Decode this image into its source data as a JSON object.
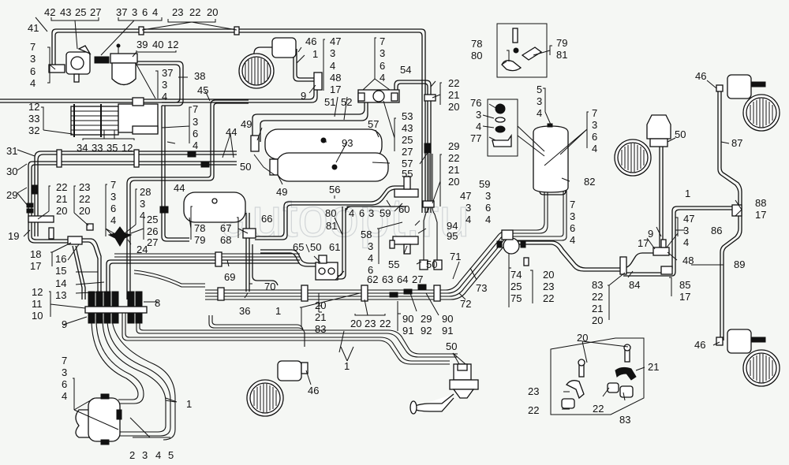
{
  "diagram": {
    "title": "Pneumatic brake system piping diagram (exploded parts view)",
    "watermark": "autoopt.ru",
    "colors": {
      "ink": "#111111",
      "background": "#f5f7f4",
      "watermark": "#c9cdd0"
    },
    "label_groups": [
      {
        "id": "g1",
        "items": [
          "42",
          "43",
          "25",
          "27"
        ]
      },
      {
        "id": "g2",
        "items": [
          "37",
          "3",
          "6",
          "4"
        ]
      },
      {
        "id": "g3",
        "items": [
          "23",
          "22",
          "20"
        ]
      },
      {
        "id": "g4",
        "items": [
          "39",
          "40",
          "12"
        ]
      },
      {
        "id": "g5",
        "items": [
          "7",
          "3",
          "6",
          "4"
        ]
      },
      {
        "id": "g6",
        "items": [
          "37",
          "3",
          "4"
        ]
      },
      {
        "id": "g7",
        "items": [
          "12",
          "33",
          "32"
        ]
      },
      {
        "id": "g8",
        "items": [
          "34",
          "33",
          "35",
          "12"
        ]
      },
      {
        "id": "g9",
        "items": [
          "7",
          "3",
          "6",
          "4"
        ]
      },
      {
        "id": "g10",
        "items": [
          "47",
          "3",
          "4",
          "48",
          "17"
        ]
      },
      {
        "id": "g11",
        "items": [
          "7",
          "3",
          "6",
          "4"
        ]
      },
      {
        "id": "g12",
        "items": [
          "53",
          "43",
          "25",
          "27"
        ]
      },
      {
        "id": "g13",
        "items": [
          "22",
          "21",
          "20"
        ]
      },
      {
        "id": "g14",
        "items": [
          "78",
          "80"
        ]
      },
      {
        "id": "g15",
        "items": [
          "79",
          "81"
        ]
      },
      {
        "id": "g16",
        "items": [
          "76",
          "3",
          "4",
          "77"
        ]
      },
      {
        "id": "g17",
        "items": [
          "5",
          "3",
          "4"
        ]
      },
      {
        "id": "g18",
        "items": [
          "7",
          "3",
          "6",
          "4"
        ]
      },
      {
        "id": "g19",
        "items": [
          "22",
          "21",
          "20"
        ]
      },
      {
        "id": "g20",
        "items": [
          "23",
          "22",
          "20"
        ]
      },
      {
        "id": "g21",
        "items": [
          "7",
          "3",
          "6",
          "4"
        ]
      },
      {
        "id": "g22",
        "items": [
          "28",
          "3",
          "4"
        ]
      },
      {
        "id": "g23",
        "items": [
          "25",
          "26",
          "27"
        ]
      },
      {
        "id": "g24",
        "items": [
          "78",
          "79"
        ]
      },
      {
        "id": "g25",
        "items": [
          "67",
          "68"
        ]
      },
      {
        "id": "g26",
        "items": [
          "18",
          "17"
        ]
      },
      {
        "id": "g27",
        "items": [
          "12",
          "11",
          "10"
        ]
      },
      {
        "id": "g28",
        "items": [
          "80",
          "81"
        ]
      },
      {
        "id": "g29",
        "items": [
          "4",
          "6",
          "3",
          "59"
        ]
      },
      {
        "id": "g30",
        "items": [
          "58",
          "3",
          "4",
          "6"
        ]
      },
      {
        "id": "g31",
        "items": [
          "62",
          "63",
          "64",
          "27"
        ]
      },
      {
        "id": "g32",
        "items": [
          "22",
          "21",
          "20"
        ]
      },
      {
        "id": "g33",
        "items": [
          "59",
          "3",
          "6",
          "4"
        ]
      },
      {
        "id": "g34",
        "items": [
          "47",
          "3",
          "4"
        ]
      },
      {
        "id": "g35",
        "items": [
          "7",
          "3",
          "6",
          "4"
        ]
      },
      {
        "id": "g36",
        "items": [
          "74",
          "25",
          "75"
        ]
      },
      {
        "id": "g37",
        "items": [
          "20",
          "23",
          "22"
        ]
      },
      {
        "id": "g38",
        "items": [
          "83",
          "22",
          "21",
          "20"
        ]
      },
      {
        "id": "g39",
        "items": [
          "47",
          "3",
          "4"
        ]
      },
      {
        "id": "g40",
        "items": [
          "85",
          "17"
        ]
      },
      {
        "id": "g41",
        "items": [
          "88",
          "17"
        ]
      },
      {
        "id": "g42",
        "items": [
          "20",
          "21",
          "83"
        ]
      },
      {
        "id": "g43",
        "items": [
          "20",
          "23",
          "22"
        ]
      },
      {
        "id": "g44",
        "items": [
          "90",
          "91"
        ]
      },
      {
        "id": "g45",
        "items": [
          "29",
          "92"
        ]
      },
      {
        "id": "g46",
        "items": [
          "90",
          "91"
        ]
      },
      {
        "id": "g47",
        "items": [
          "7",
          "3",
          "6",
          "4"
        ]
      },
      {
        "id": "g48",
        "items": [
          "2",
          "3",
          "4",
          "5"
        ]
      }
    ],
    "single_labels": {
      "l41": "41",
      "l38": "38",
      "l45": "45",
      "l46a": "46",
      "l1a": "1",
      "l9a": "9",
      "l54": "54",
      "l51": "51",
      "l52": "52",
      "l49a": "49",
      "l44a": "44",
      "l57a": "57",
      "l93": "93",
      "l57b": "57",
      "l50a": "50",
      "l49b": "49",
      "l55a": "55",
      "l29a": "29",
      "l31": "31",
      "l30": "30",
      "l29b": "29",
      "l19": "19",
      "l44b": "44",
      "l24": "24",
      "l56": "56",
      "l66": "66",
      "l60": "60",
      "l94": "94",
      "l95": "95",
      "l50b": "50",
      "l65": "65",
      "l50c": "50",
      "l61": "61",
      "l55b": "55",
      "l71": "71",
      "l16": "16",
      "l15": "15",
      "l14": "14",
      "l13": "13",
      "l69": "69",
      "l70": "70",
      "l36": "36",
      "l8": "8",
      "l9b": "9",
      "l73": "73",
      "l72": "72",
      "l82": "82",
      "l50d": "50",
      "l1b": "1",
      "l46b": "46",
      "l87": "87",
      "l86": "86",
      "l89": "89",
      "l9c": "9",
      "l17a": "17",
      "l48": "48",
      "l84": "84",
      "l1c": "1",
      "l1d": "1",
      "l46c": "46",
      "l50e": "50",
      "l1e": "1",
      "l46d": "46",
      "l20i": "20",
      "l21i": "21",
      "l23i": "23",
      "l22i": "22",
      "l22j": "22",
      "l83i": "83"
    }
  }
}
